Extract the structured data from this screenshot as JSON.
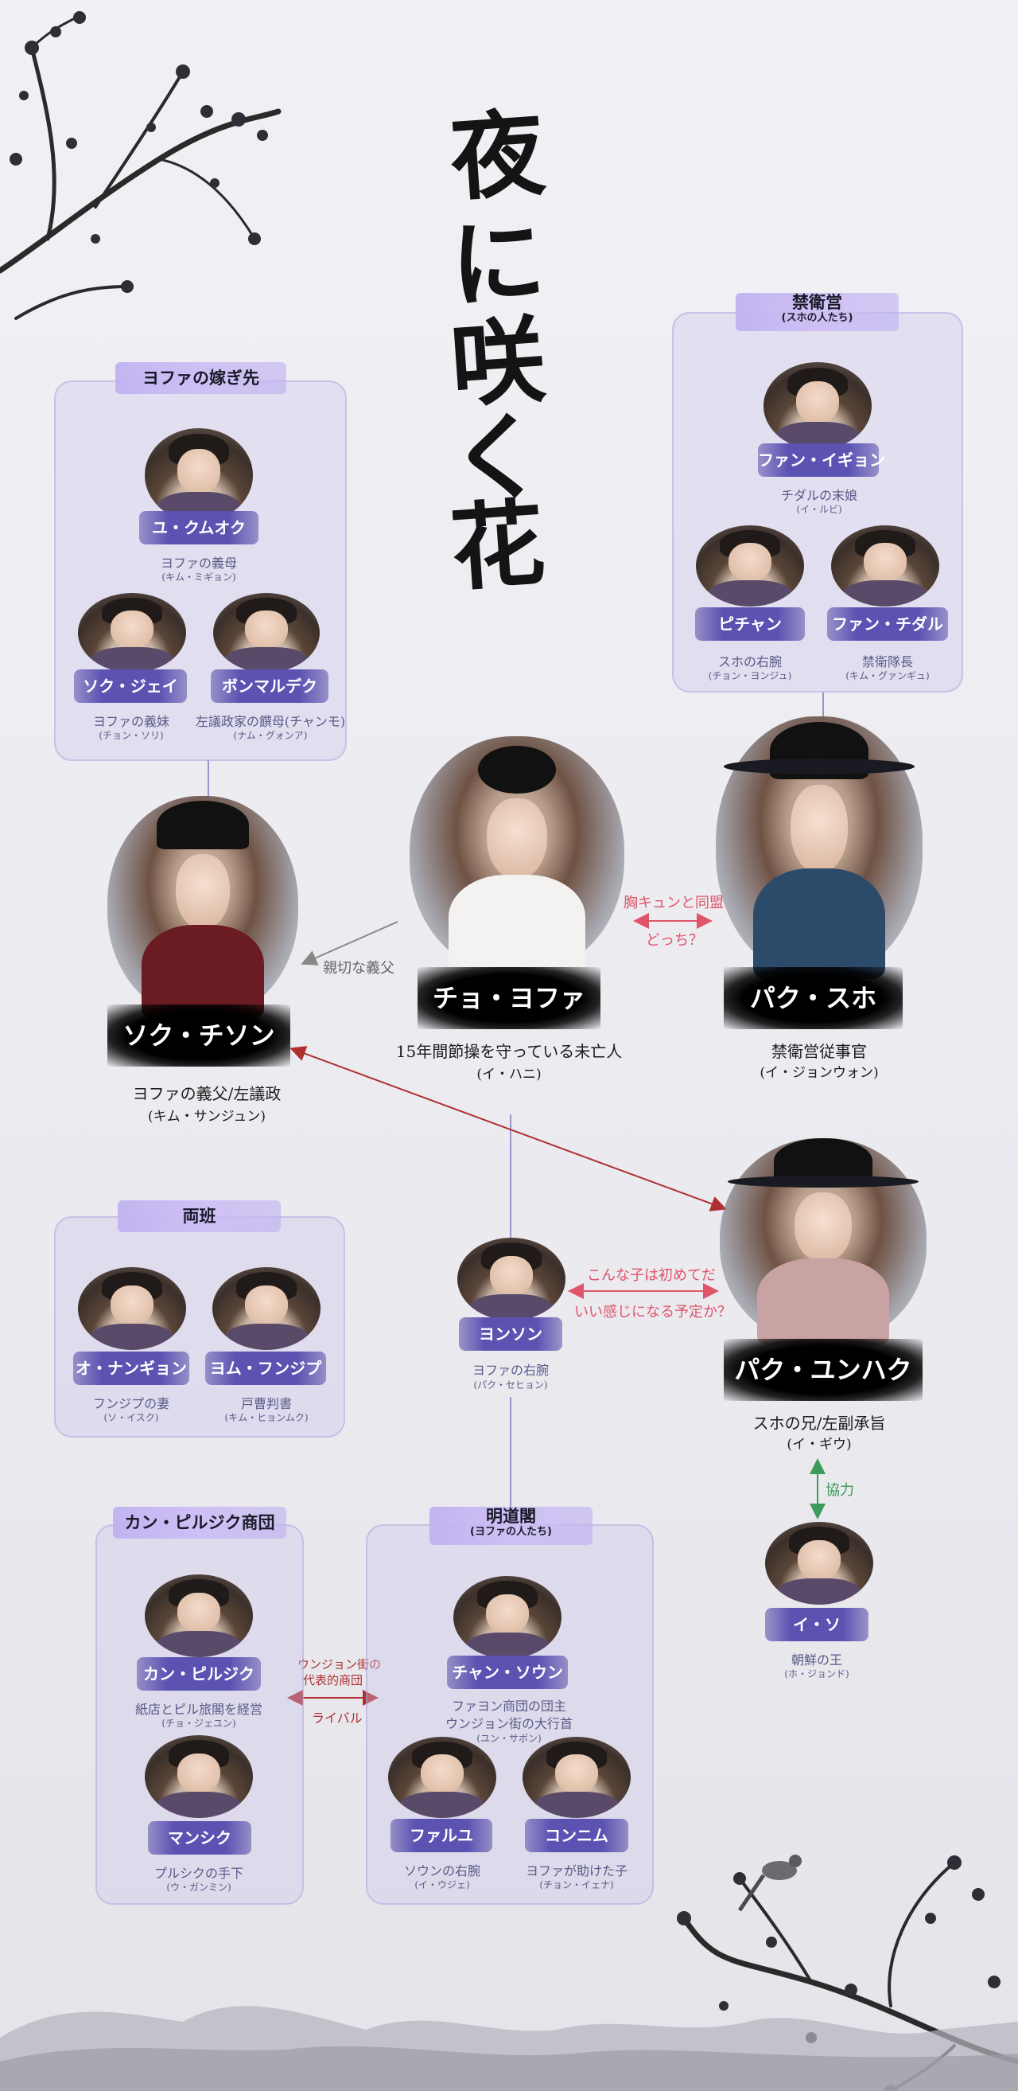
{
  "title": [
    "夜",
    "に",
    "咲",
    "く",
    "花"
  ],
  "groups": {
    "yofa_inlaw": {
      "label": "ヨファの嫁ぎ先",
      "members": [
        {
          "name": "ユ・クムオク",
          "desc": "ヨファの義母",
          "actor": "(キム・ミギョン)"
        },
        {
          "name": "ソク・ジェイ",
          "desc": "ヨファの義妹",
          "actor": "(チョン・ソリ)"
        },
        {
          "name": "ボンマルデク",
          "desc": "左議政家の饌母(チャンモ)",
          "actor": "(ナム・グォンア)"
        }
      ]
    },
    "guard": {
      "label": "禁衛営",
      "sub": "(スホの人たち)",
      "members": [
        {
          "name": "ファン・イギョン",
          "desc": "チダルの末娘",
          "actor": "(イ・ルビ)"
        },
        {
          "name": "ピチャン",
          "desc": "スホの右腕",
          "actor": "(チョン・ヨンジュ)"
        },
        {
          "name": "ファン・チダル",
          "desc": "禁衛隊長",
          "actor": "(キム・グァンギュ)"
        }
      ]
    },
    "yangban": {
      "label": "両班",
      "members": [
        {
          "name": "オ・ナンギョン",
          "desc": "フンジプの妻",
          "actor": "(ソ・イスク)"
        },
        {
          "name": "ヨム・フンジプ",
          "desc": "戸曹判書",
          "actor": "(キム・ヒョンムク)"
        }
      ]
    },
    "kang": {
      "label": "カン・ピルジク商団",
      "members": [
        {
          "name": "カン・ピルジク",
          "desc": "紙店とピル旅閣を経営",
          "actor": "(チョ・ジェユン)"
        },
        {
          "name": "マンシク",
          "desc": "プルシクの手下",
          "actor": "(ウ・ガンミン)"
        }
      ]
    },
    "myeongdo": {
      "label": "明道閣",
      "sub": "(ヨファの人たち)",
      "members": [
        {
          "name": "チャン・ソウン",
          "desc": "ファヨン商団の団主",
          "desc2": "ウンジョン街の大行首",
          "actor": "(ユン・サボン)"
        },
        {
          "name": "ファルユ",
          "desc": "ソウンの右腕",
          "actor": "(イ・ウジェ)"
        },
        {
          "name": "コンニム",
          "desc": "ヨファが助けた子",
          "actor": "(チョン・イェナ)"
        }
      ]
    }
  },
  "mains": {
    "yofa": {
      "name": "チョ・ヨファ",
      "desc": "15年間節操を守っている未亡人",
      "actor": "(イ・ハニ)"
    },
    "suho": {
      "name": "パク・スホ",
      "desc": "禁衛営従事官",
      "actor": "(イ・ジョンウォン)"
    },
    "chison": {
      "name": "ソク・チソン",
      "desc": "ヨファの義父/左議政",
      "actor": "(キム・サンジュン)"
    },
    "yunhak": {
      "name": "パク・ユンハク",
      "desc": "スホの兄/左副承旨",
      "actor": "(イ・ギウ)"
    }
  },
  "others": {
    "yonson": {
      "name": "ヨンソン",
      "desc": "ヨファの右腕",
      "actor": "(パク・セヒョン)"
    },
    "iso": {
      "name": "イ・ソ",
      "desc": "朝鮮の王",
      "actor": "(ホ・ジョンド)"
    }
  },
  "relations": {
    "yofa_suho_1": "胸キュンと同盟",
    "yofa_suho_2": "どっち？",
    "chison_yofa": "親切な義父",
    "yonson_yunhak_1": "こんな子は初めてだ",
    "yonson_yunhak_2": "いい感じになる予定か？",
    "yunhak_iso": "協力",
    "kang_myeongdo_1": "ウンジョン街の",
    "kang_myeongdo_2": "代表的商団",
    "kang_myeongdo_3": "ライバル"
  },
  "colors": {
    "group_bg": "#c8c3eb",
    "name_tag": "#5b52b2",
    "pink": "#e0546a",
    "green": "#3c9a5a"
  }
}
